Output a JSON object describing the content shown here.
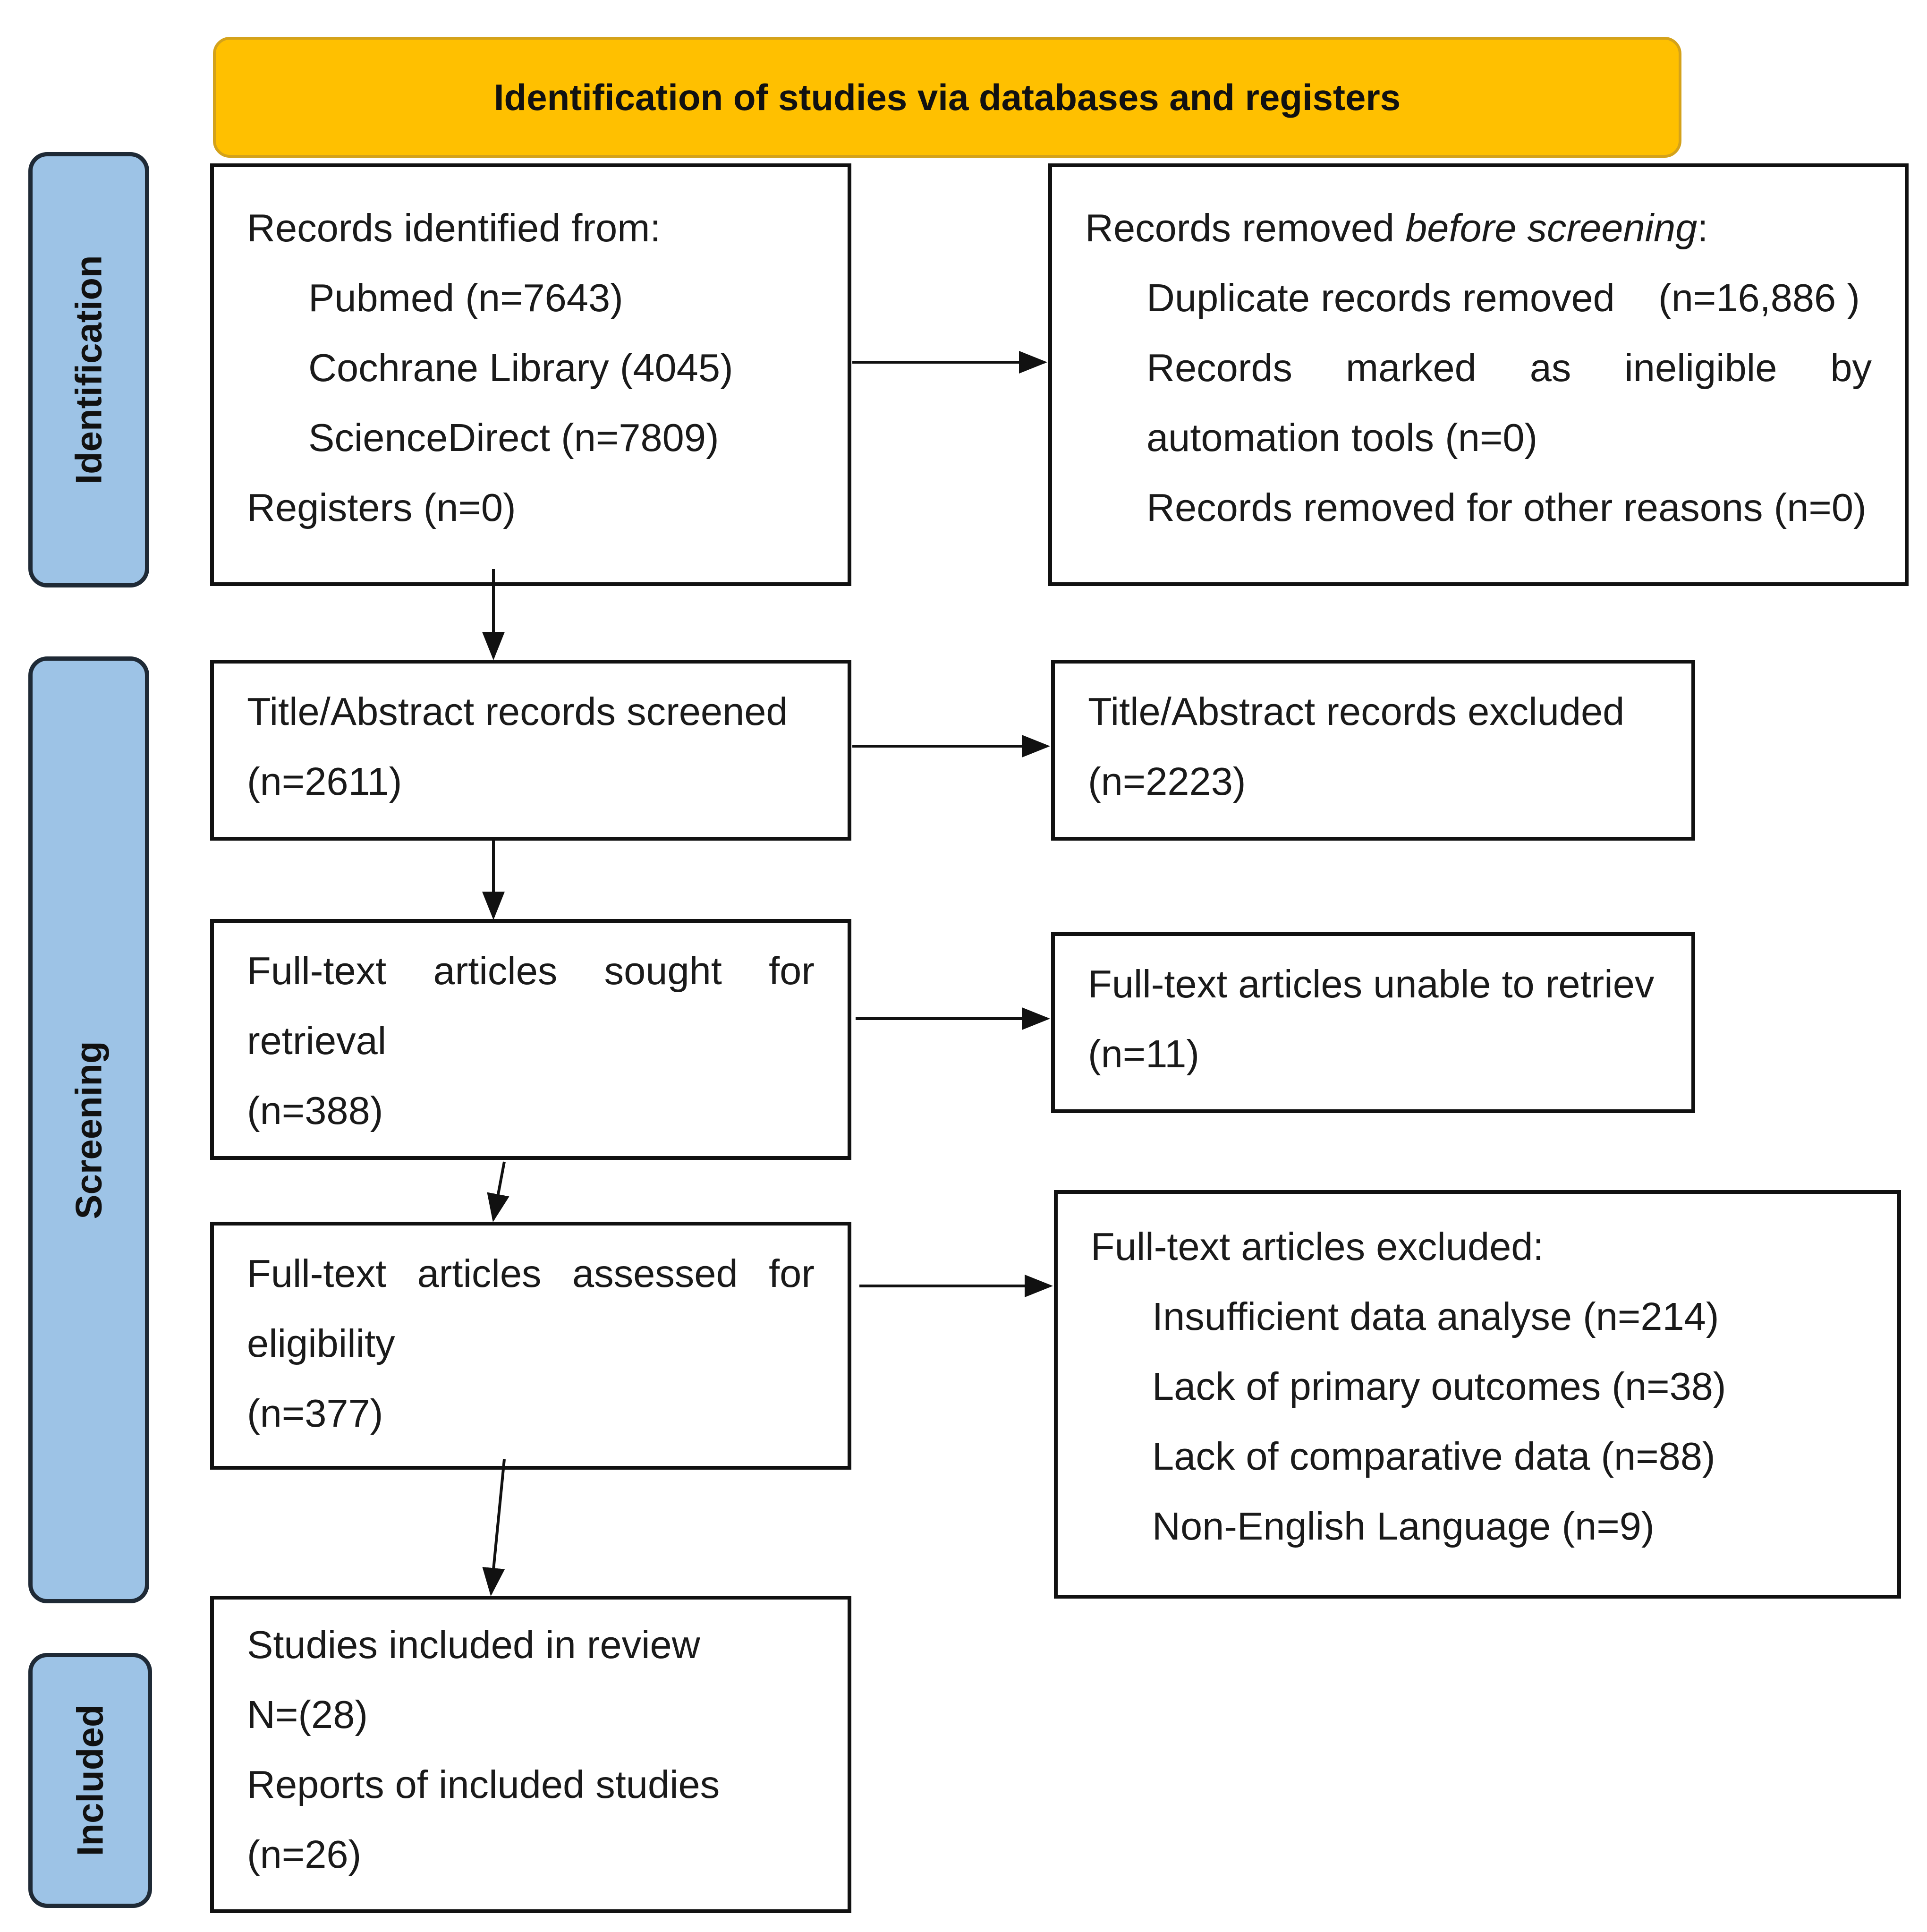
{
  "header": {
    "title": "Identification of studies via databases and registers"
  },
  "stages": {
    "identification": "Identification",
    "screening": "Screening",
    "included": "Included"
  },
  "identification": {
    "records": {
      "heading": "Records identified from:",
      "pubmed": "Pubmed (n=7643)",
      "cochrane": "Cochrane Library (4045)",
      "sciencedirect": "ScienceDirect (n=7809)",
      "registers": "Registers (n=0)"
    },
    "removed": {
      "heading_prefix": "Records removed ",
      "heading_emphasis": "before screening",
      "heading_suffix": ":",
      "duplicates": "Duplicate records removed    (n=16,886 )",
      "ineligible_words": [
        "Records",
        "marked",
        "as",
        "ineligible",
        "by"
      ],
      "ineligible_cont": "automation tools (n=0)",
      "other": "Records removed for other reasons (n=0)"
    }
  },
  "screening": {
    "screened": {
      "line1": "Title/Abstract records screened",
      "line2": "(n=2611)"
    },
    "excluded": {
      "line1": "Title/Abstract records excluded",
      "line2": "(n=2223)"
    },
    "sought": {
      "words": [
        "Full-text",
        "articles",
        "sought",
        "for"
      ],
      "line2": "retrieval",
      "line3": "(n=388)"
    },
    "not_retrieved": {
      "line1": "Full-text articles unable to retriev",
      "line2": "(n=11)"
    },
    "assessed": {
      "words": [
        "Full-text",
        "articles",
        "assessed",
        "for"
      ],
      "line2": "eligibility",
      "line3": "(n=377)"
    },
    "fulltext_excluded": {
      "heading": "Full-text articles excluded:",
      "reason1": "Insufficient data analyse (n=214)",
      "reason2": "Lack of primary outcomes (n=38)",
      "reason3": "Lack of comparative data (n=88)",
      "reason4": "Non-English Language (n=9)"
    }
  },
  "included": {
    "line1": "Studies included in review",
    "line2": "N=(28)",
    "line3": "Reports of included studies",
    "line4": "(n=26)"
  },
  "colors": {
    "banner": "#ffc000",
    "stage": "#9dc3e6",
    "border": "#111111"
  }
}
